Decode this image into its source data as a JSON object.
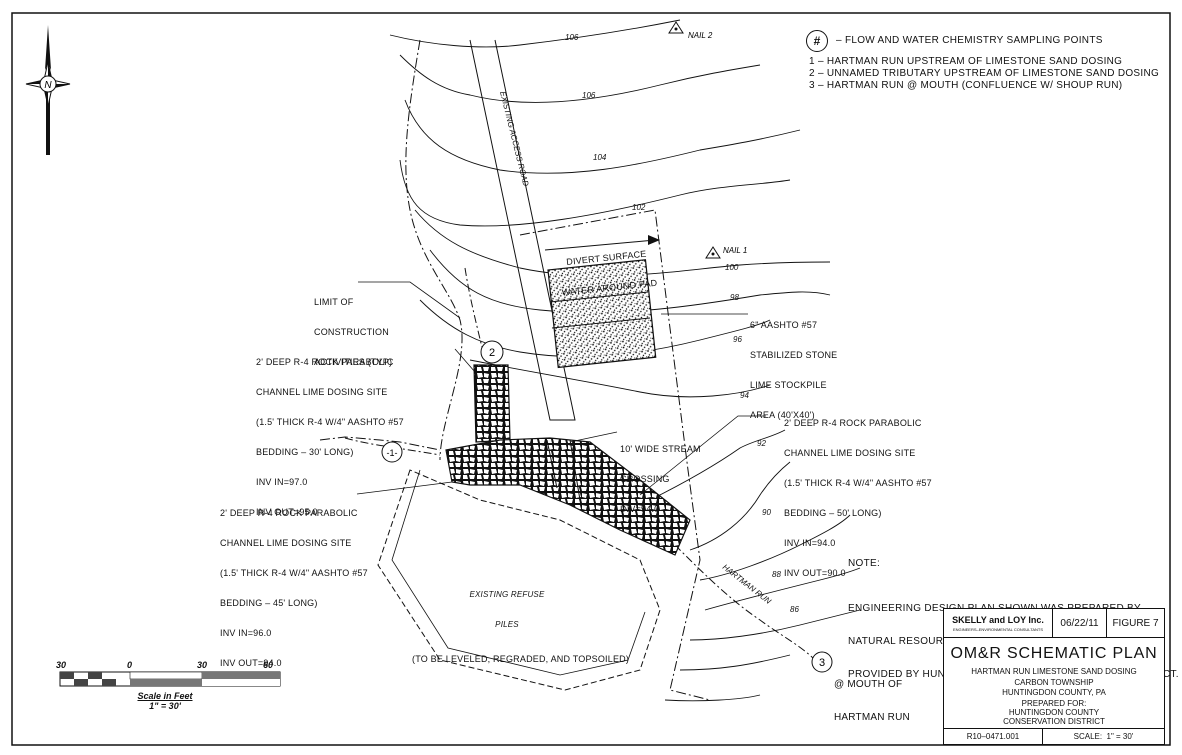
{
  "legend": {
    "symbol": "#",
    "title": "– FLOW AND WATER CHEMISTRY SAMPLING POINTS",
    "items": [
      "1 – HARTMAN RUN UPSTREAM OF LIMESTONE SAND DOSING",
      "2 – UNNAMED TRIBUTARY UPSTREAM OF LIMESTONE SAND DOSING",
      "3 – HARTMAN RUN @ MOUTH (CONFLUENCE W/ SHOUP RUN)"
    ]
  },
  "north_symbol": "N",
  "sample_points": [
    {
      "label": "-1-"
    },
    {
      "label": "2"
    },
    {
      "label": "3"
    }
  ],
  "contours": [
    "106",
    "106",
    "104",
    "102",
    "100",
    "98",
    "96",
    "94",
    "92",
    "90",
    "88",
    "86"
  ],
  "nails": [
    "NAIL 2",
    "NAIL 1"
  ],
  "labels": {
    "road": "EXISTING ACCESS ROAD",
    "divert_l1": "DIVERT SURFACE",
    "divert_l2": "WATER AROUND PAD",
    "limit_l1": "LIMIT OF",
    "limit_l2": "CONSTRUCTION",
    "limit_l3": "ACTIVITIES (TYP)",
    "pad_l1": "6\" AASHTO #57",
    "pad_l2": "STABILIZED STONE",
    "pad_l3": "LIME STOCKPILE",
    "pad_l4": "AREA (40'X40')",
    "site2_l1": "2' DEEP R-4 ROCK PARABOLIC",
    "site2_l2": "CHANNEL LIME DOSING SITE",
    "site2_l3": "(1.5' THICK R-4 W/4\" AASHTO #57",
    "site2_l4": "BEDDING – 30' LONG)",
    "site2_l5": "INV IN=97.0",
    "site2_l6": "INV OUT=95.0",
    "siteE_l1": "2' DEEP R-4 ROCK PARABOLIC",
    "siteE_l2": "CHANNEL LIME DOSING SITE",
    "siteE_l3": "(1.5' THICK R-4 W/4\" AASHTO #57",
    "siteE_l4": "BEDDING – 50' LONG)",
    "siteE_l5": "INV IN=94.0",
    "siteE_l6": "INV OUT=90.0",
    "siteW_l1": "2' DEEP R-4 ROCK PARABOLIC",
    "siteW_l2": "CHANNEL LIME DOSING SITE",
    "siteW_l3": "(1.5' THICK R-4 W/4\" AASHTO #57",
    "siteW_l4": "BEDDING – 45' LONG)",
    "siteW_l5": "INV IN=96.0",
    "siteW_l6": "INV OUT=94.0",
    "crossing_l1": "10' WIDE STREAM",
    "crossing_l2": "CROSSING",
    "crossing_l3": "INV=94.0",
    "refuse_l1": "EXISTING REFUSE",
    "refuse_l2": "PILES",
    "refuse_l3": "(TO BE LEVELED, REGRADED, AND TOPSOILED)",
    "hartman_run": "HARTMAN RUN",
    "mouth_l1": "@ MOUTH OF",
    "mouth_l2": "HARTMAN RUN"
  },
  "note": {
    "heading": "NOTE:",
    "lines": [
      "ENGINEERING DESIGN PLAN SHOWN WAS PREPARED BY",
      "NATURAL RESOURCES CONSERVATION SERVICE (NRCS) AND",
      "PROVIDED BY HUNTINGDON COUNTY CONSERVATION DISTRICT."
    ]
  },
  "scale_bar": {
    "ticks": [
      "30",
      "0",
      "30",
      "60"
    ],
    "caption": "Scale in Feet",
    "ratio": "1\" = 30'"
  },
  "title_block": {
    "firm": "SKELLY and LOY Inc.",
    "firm_sub": "ENGINEERS–ENVIRONMENTAL CONSULTANTS",
    "date": "06/22/11",
    "figure": "FIGURE 7",
    "title": "OM&R SCHEMATIC PLAN",
    "line1": "HARTMAN RUN LIMESTONE SAND DOSING",
    "line2": "CARBON TOWNSHIP",
    "line3": "HUNTINGDON COUNTY, PA",
    "line4": "PREPARED FOR:",
    "line5": "HUNTINGDON COUNTY",
    "line6": "CONSERVATION DISTRICT",
    "project": "R10–0471.001",
    "scale": "SCALE:  1\" = 30'"
  }
}
